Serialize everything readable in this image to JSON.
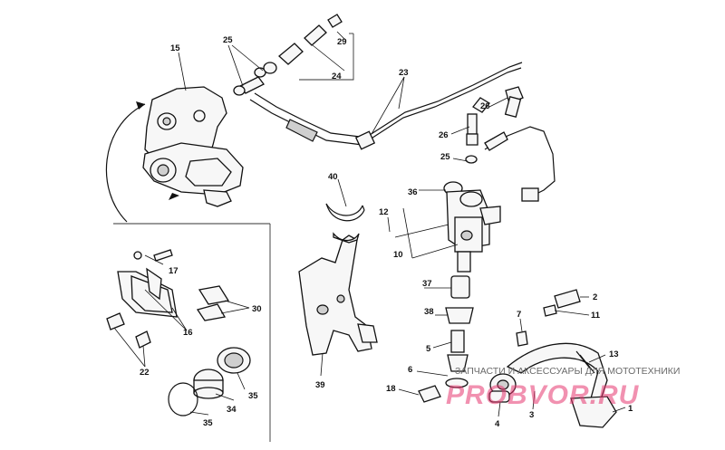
{
  "callouts": {
    "n1": "1",
    "n2": "2",
    "n3": "3",
    "n4": "4",
    "n5": "5",
    "n6": "6",
    "n7": "7",
    "n10": "10",
    "n11": "11",
    "n12": "12",
    "n13": "13",
    "n15": "15",
    "n16": "16",
    "n17": "17",
    "n18": "18",
    "n22": "22",
    "n23": "23",
    "n24": "24",
    "n25a": "25",
    "n25b": "25",
    "n26a": "26",
    "n26b": "26",
    "n29": "29",
    "n30": "30",
    "n34": "34",
    "n35a": "35",
    "n35b": "35",
    "n36": "36",
    "n37": "37",
    "n38": "38",
    "n39": "39",
    "n40": "40"
  },
  "watermark": {
    "text": "ЗАПЧАСТИ И АКСЕССУАРЫ ДЛЯ МОТОТЕХНИКИ",
    "logo": "PROBVOR.RU"
  }
}
